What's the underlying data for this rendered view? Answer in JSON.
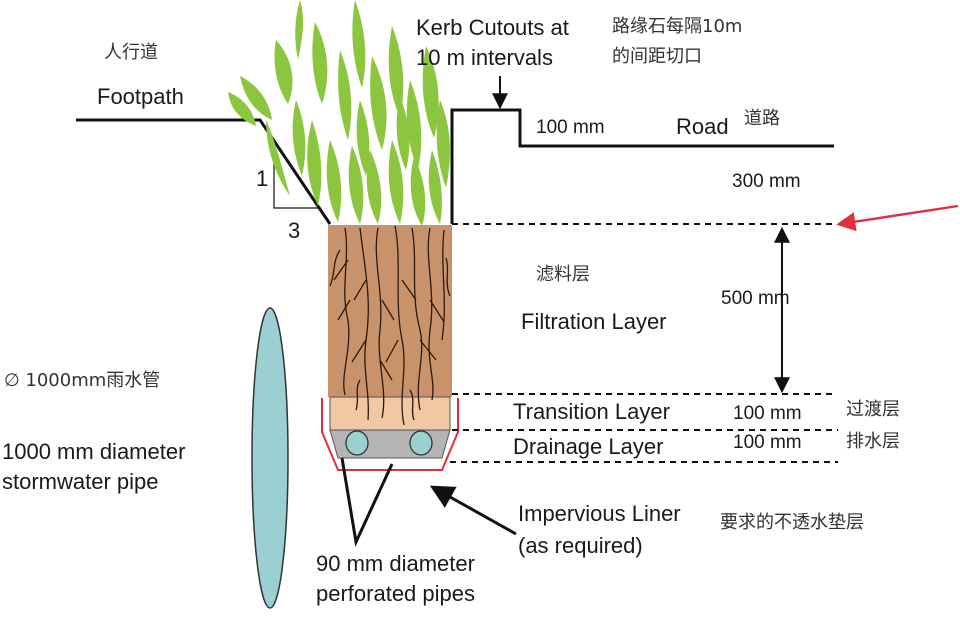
{
  "labels": {
    "footpath_cn": "人行道",
    "footpath_en": "Footpath",
    "kerb_en_1": "Kerb Cutouts at",
    "kerb_en_2": "10 m intervals",
    "kerb_cn_1": "路缘石每隔10m",
    "kerb_cn_2": "的间距切口",
    "kerb_height": "100 mm",
    "road_en": "Road",
    "road_cn": "道路",
    "depth_300": "300 mm",
    "slope_rise": "1",
    "slope_run": "3",
    "filtration_cn": "滤料层",
    "filtration_en": "Filtration Layer",
    "depth_500": "500 mm",
    "pipe_cn": "∅ 1000mm雨水管",
    "pipe_en_1": "1000 mm diameter",
    "pipe_en_2": "stormwater pipe",
    "transition_en": "Transition Layer",
    "transition_depth": "100 mm",
    "transition_cn": "过渡层",
    "drainage_en": "Drainage Layer",
    "drainage_depth": "100 mm",
    "drainage_cn": "排水层",
    "liner_en_1": "Impervious Liner",
    "liner_en_2": "(as required)",
    "liner_cn": "要求的不透水垫层",
    "perf_en_1": "90 mm diameter",
    "perf_en_2": "perforated pipes"
  },
  "colors": {
    "filtration_soil": "#c8936a",
    "transition_sand": "#f0c8a4",
    "drainage_gravel": "#b4b4b4",
    "pipe_fill": "#9ad0d2",
    "vegetation": "#8cc63f",
    "liner": "#e0303c",
    "pointer_arrow": "#e0303c",
    "roots": "#2a1a10",
    "line": "#111111"
  },
  "icons": {
    "vegetation": "grass-blades",
    "roots": "root-system",
    "pipe": "ellipse",
    "arrow": "arrowhead"
  }
}
